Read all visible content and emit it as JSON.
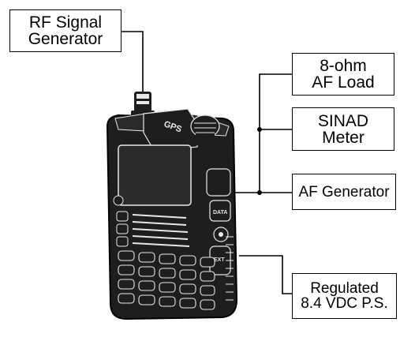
{
  "boxes": {
    "rf_signal_generator": [
      "RF Signal",
      "Generator"
    ],
    "af_load": [
      "8-ohm",
      "AF Load"
    ],
    "sinad_meter": [
      "SINAD",
      "Meter"
    ],
    "af_generator": [
      "AF Generator"
    ],
    "regulated_ps": [
      "Regulated",
      "8.4 VDC P.S."
    ]
  },
  "radio": {
    "label_gps": "GPS",
    "label_data": "DATA",
    "label_ext": "EXT"
  },
  "colors": {
    "line": "#000000",
    "background": "#ffffff",
    "radio_body": "#1e1e1e",
    "radio_highlight": "#e8e8e8"
  }
}
